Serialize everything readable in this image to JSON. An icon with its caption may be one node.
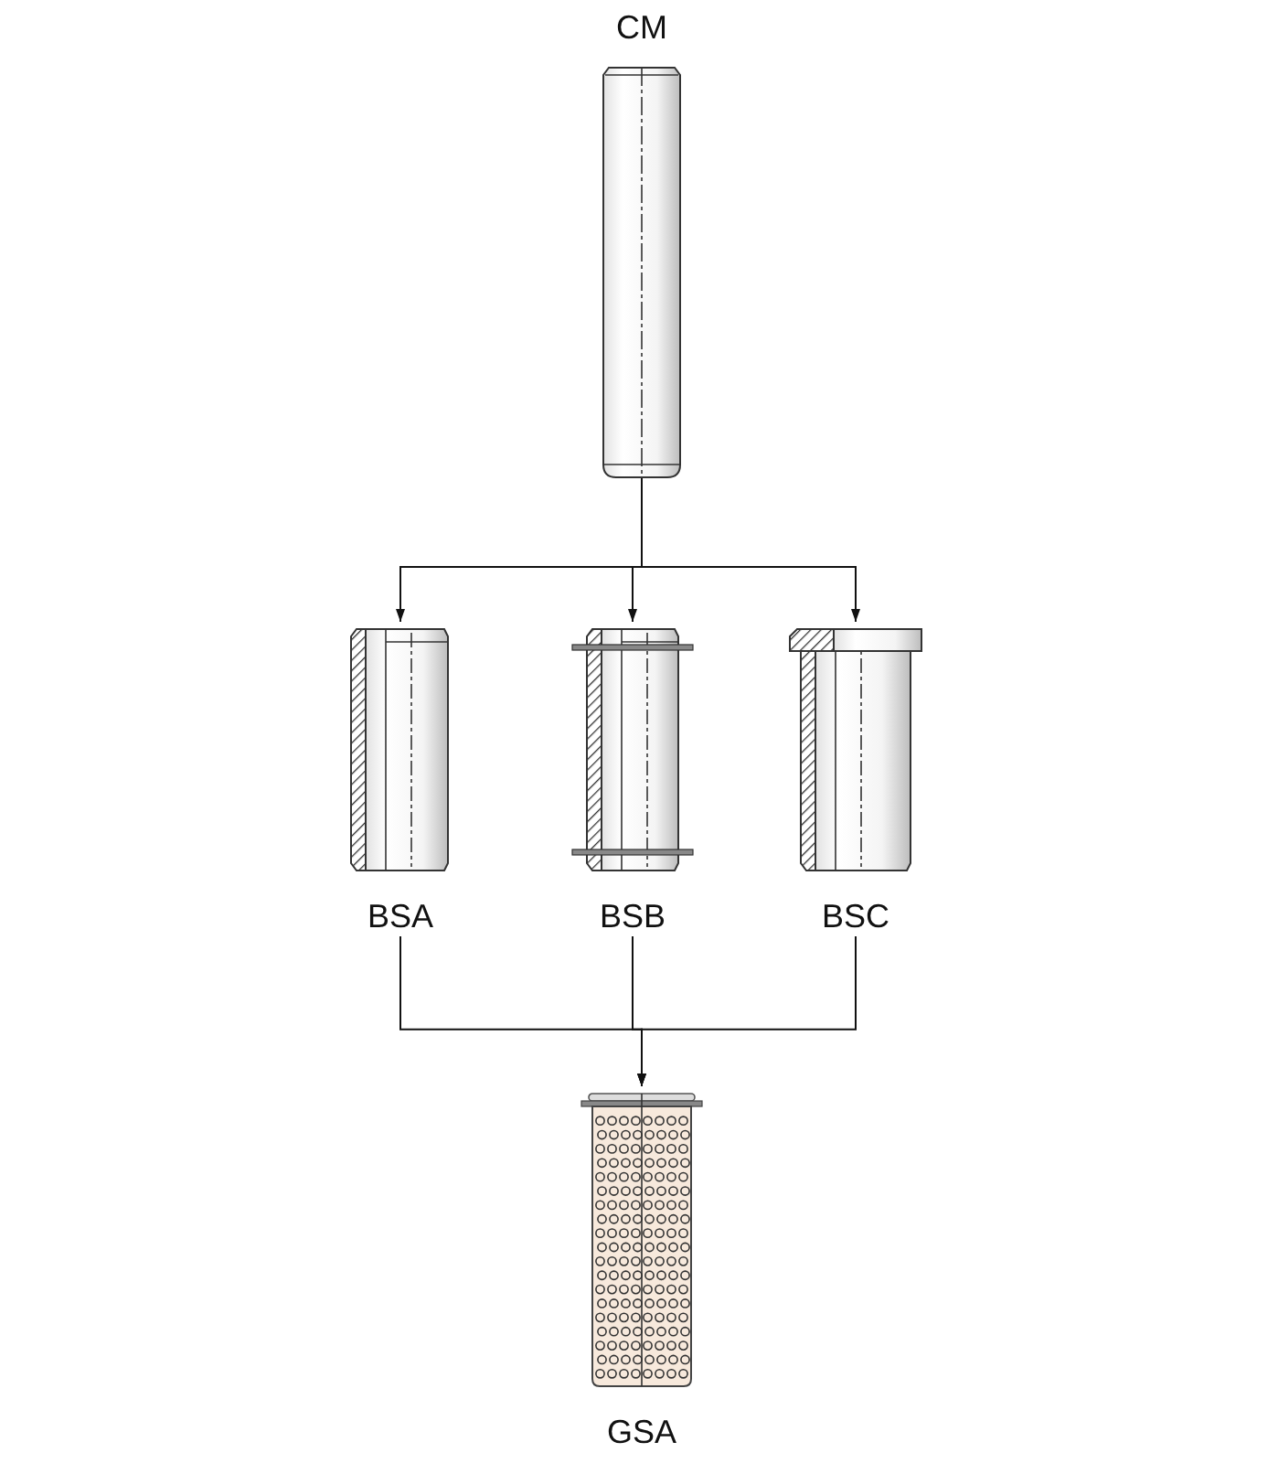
{
  "diagram": {
    "nodes": [
      {
        "text": [
          "CM"
        ]
      },
      {
        "text": [
          "BSA"
        ]
      },
      {
        "text": [
          "BSB"
        ]
      },
      {
        "text": [
          "BSC"
        ]
      },
      {
        "text": [
          "GSA"
        ]
      }
    ],
    "edges": [
      {
        "from": 0,
        "to": 1,
        "arrow": "to"
      },
      {
        "from": 0,
        "to": 2,
        "arrow": "to"
      },
      {
        "from": 0,
        "to": 3,
        "arrow": "to"
      },
      {
        "from": 1,
        "to": 4,
        "arrow": "to"
      },
      {
        "from": 2,
        "to": 4,
        "arrow": "to"
      },
      {
        "from": 3,
        "to": 4,
        "arrow": "to"
      }
    ]
  }
}
